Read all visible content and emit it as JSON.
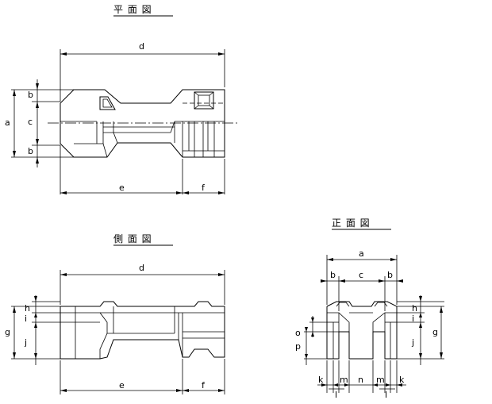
{
  "views": {
    "plan": {
      "title": "平 面 図"
    },
    "side": {
      "title": "側 面 図"
    },
    "front": {
      "title": "正 面 図"
    }
  },
  "dims": {
    "plan": {
      "d": "d",
      "e": "e",
      "f": "f",
      "a": "a",
      "b_top": "b",
      "c": "c",
      "b_bottom": "b"
    },
    "side": {
      "d": "d",
      "e": "e",
      "f": "f",
      "g": "g",
      "i": "i",
      "h": "h",
      "j": "j"
    },
    "front": {
      "a": "a",
      "b_left": "b",
      "c": "c",
      "b_right": "b",
      "p": "p",
      "o": "o",
      "i": "i",
      "h": "h",
      "j": "j",
      "g": "g",
      "k_left": "k",
      "m_left": "m",
      "n": "n",
      "m_right": "m",
      "k_right": "k",
      "l_left": "l",
      "l_right": "l"
    }
  }
}
